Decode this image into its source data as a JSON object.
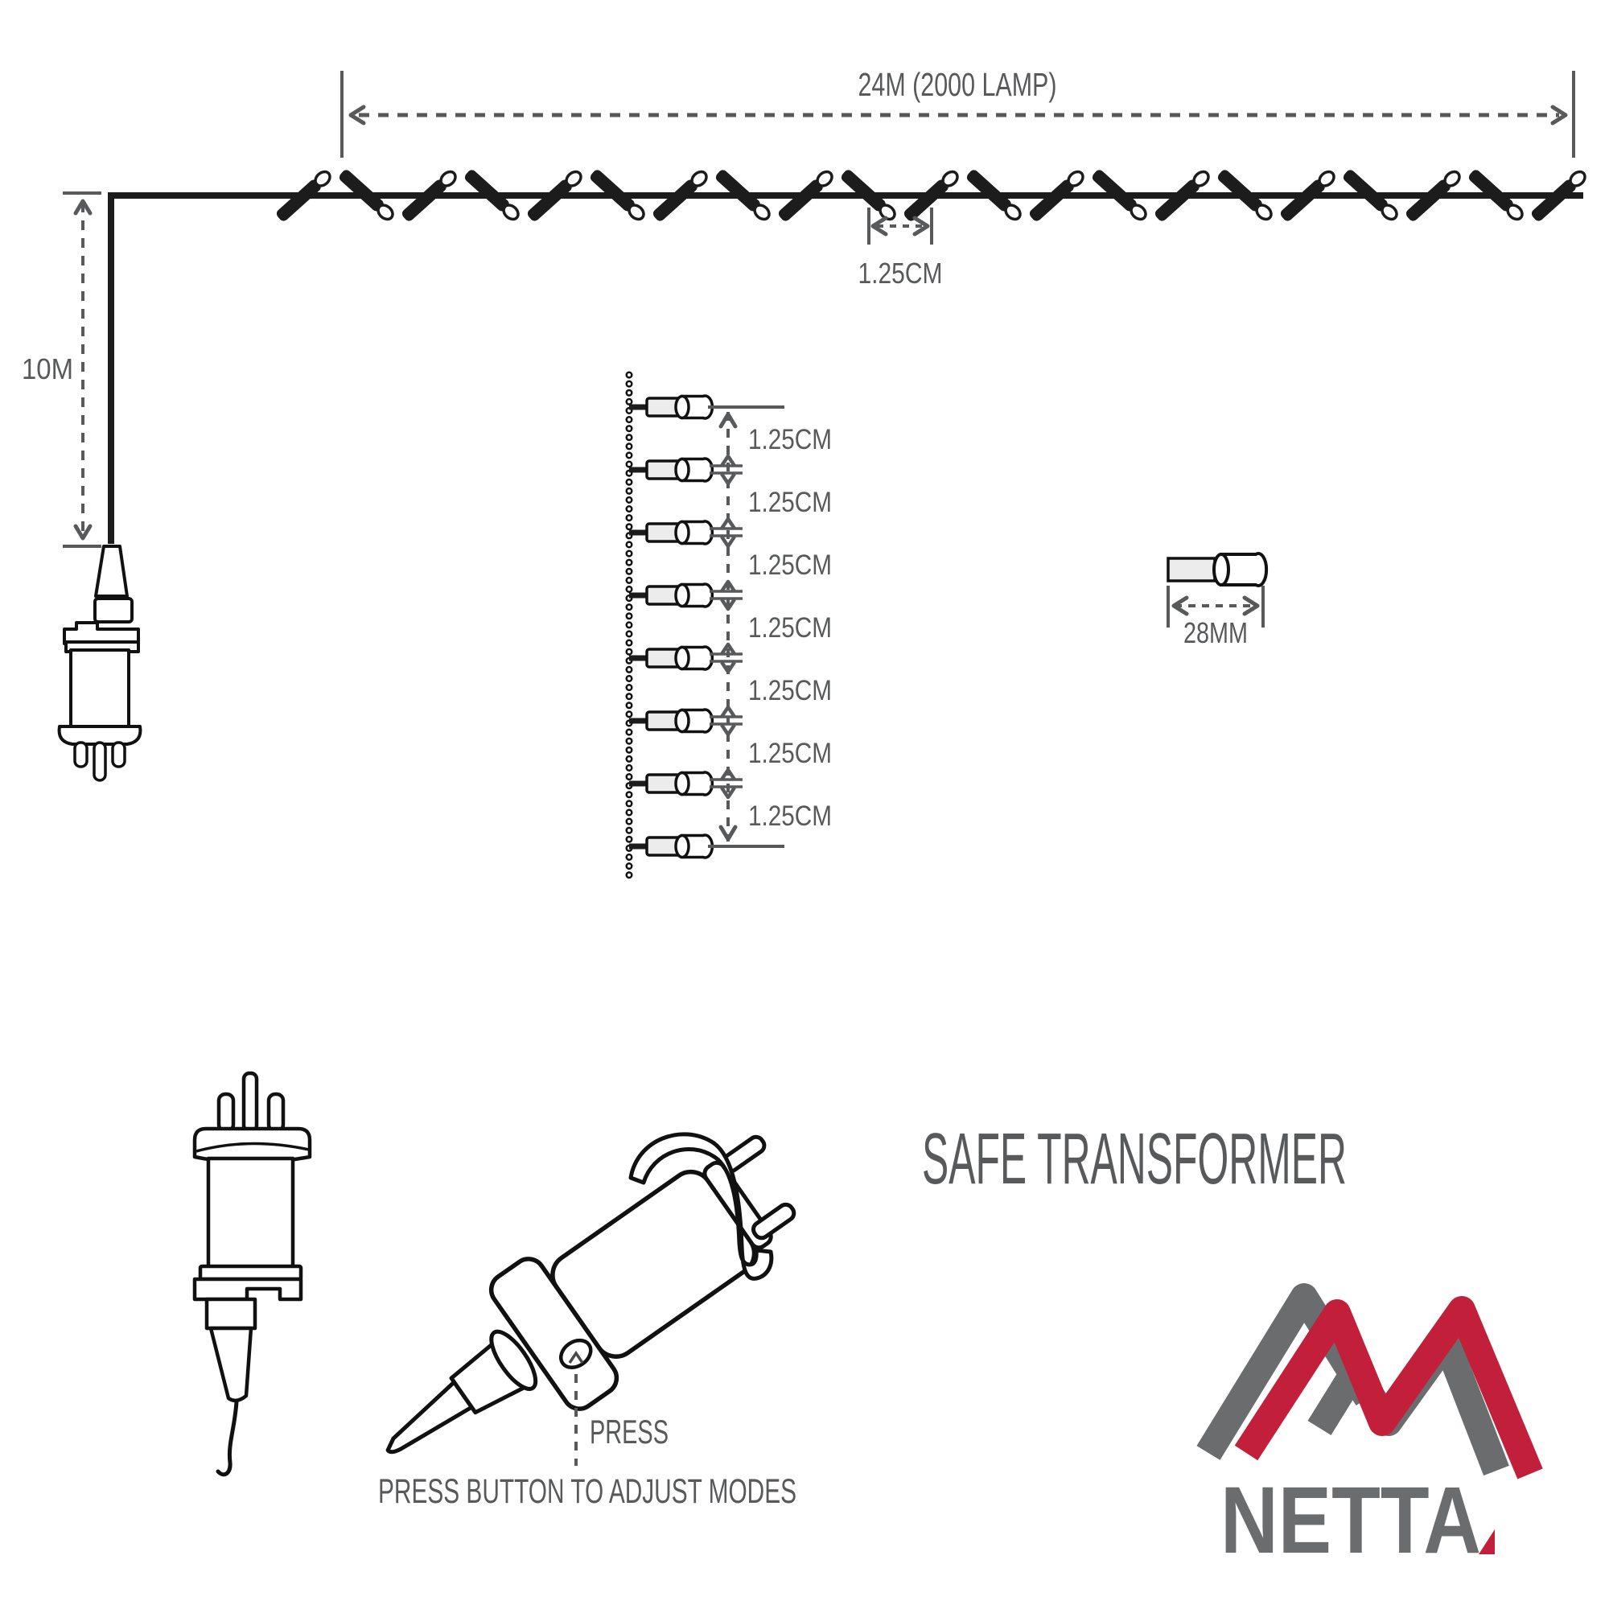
{
  "colors": {
    "brand_red": "#c2203a",
    "brand_grey": "#6b6c6e",
    "dim_grey": "#58595b",
    "line_black": "#1c1c1c"
  },
  "dimensions": {
    "total_label": "24M (2000 LAMP)",
    "drop_label": "10M",
    "top_spacing_label": "1.25CM",
    "spacing_labels": [
      "1.25CM",
      "1.25CM",
      "1.25CM",
      "1.25CM",
      "1.25CM",
      "1.25CM",
      "1.25CM"
    ],
    "bulb_size_label": "28MM"
  },
  "transformer": {
    "heading": "SAFE TRANSFORMER",
    "button_label": "PRESS",
    "instruction": "PRESS BUTTON TO ADJUST MODES"
  },
  "logo": {
    "wordmark": "NETTA"
  }
}
